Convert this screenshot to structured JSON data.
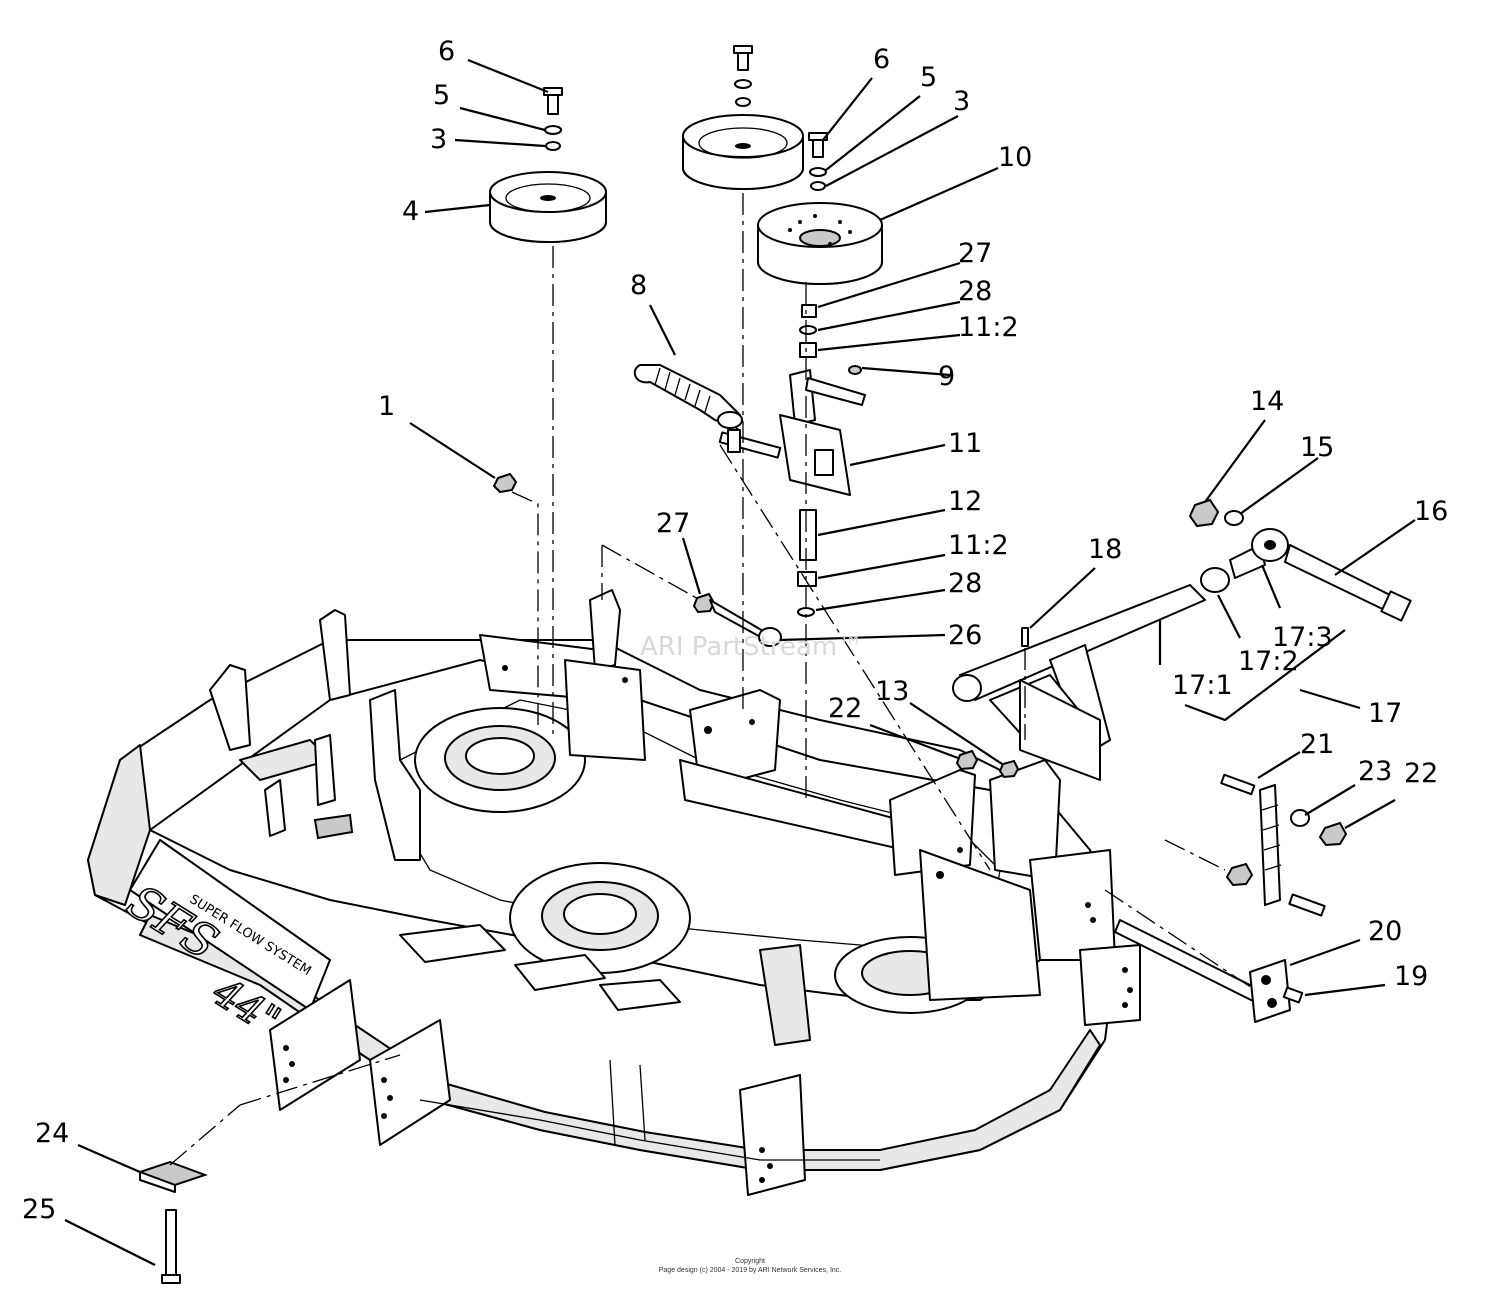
{
  "watermark": "ARI PartStream™",
  "decal": {
    "sfs": "SFS",
    "size": "44\"",
    "brand": "SUPER FLOW SYSTEM"
  },
  "callouts": [
    "1",
    "3",
    "3",
    "4",
    "5",
    "5",
    "6",
    "6",
    "8",
    "9",
    "10",
    "11",
    "11:2",
    "11:2",
    "12",
    "13",
    "14",
    "15",
    "16",
    "17",
    "17:1",
    "17:2",
    "17:3",
    "18",
    "19",
    "20",
    "21",
    "22",
    "22",
    "23",
    "24",
    "25",
    "26",
    "27",
    "27",
    "28",
    "28"
  ],
  "footer": {
    "copyright": "Copyright",
    "page_design": "Page design (c) 2004 - 2019 by ARI Network Services, Inc."
  }
}
